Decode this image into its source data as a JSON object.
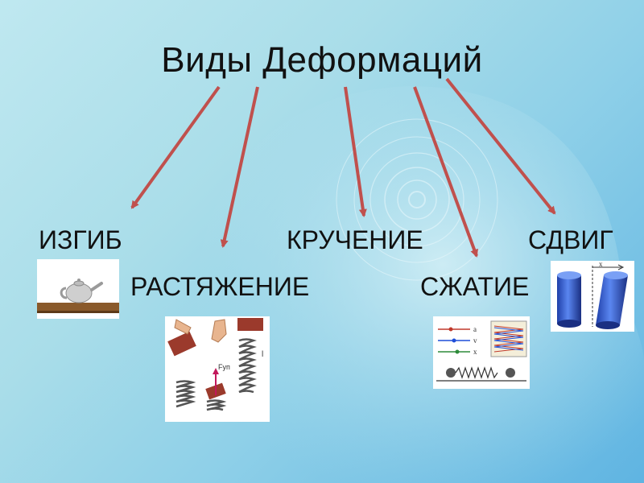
{
  "title": "Виды Деформаций",
  "types": {
    "bending": "ИЗГИБ",
    "tension": "РАСТЯЖЕНИЕ",
    "torsion": "КРУЧЕНИЕ",
    "compression": "СЖАТИЕ",
    "shear": "СДВИГ"
  },
  "illustration_text": {
    "tension_force": "Fуп",
    "tension_length": "l",
    "compression_a": "a",
    "compression_v": "v",
    "compression_x": "x",
    "shear_x": "x"
  },
  "colors": {
    "arrow": "#c0504d",
    "text": "#111111",
    "background": "#a9dde9"
  }
}
